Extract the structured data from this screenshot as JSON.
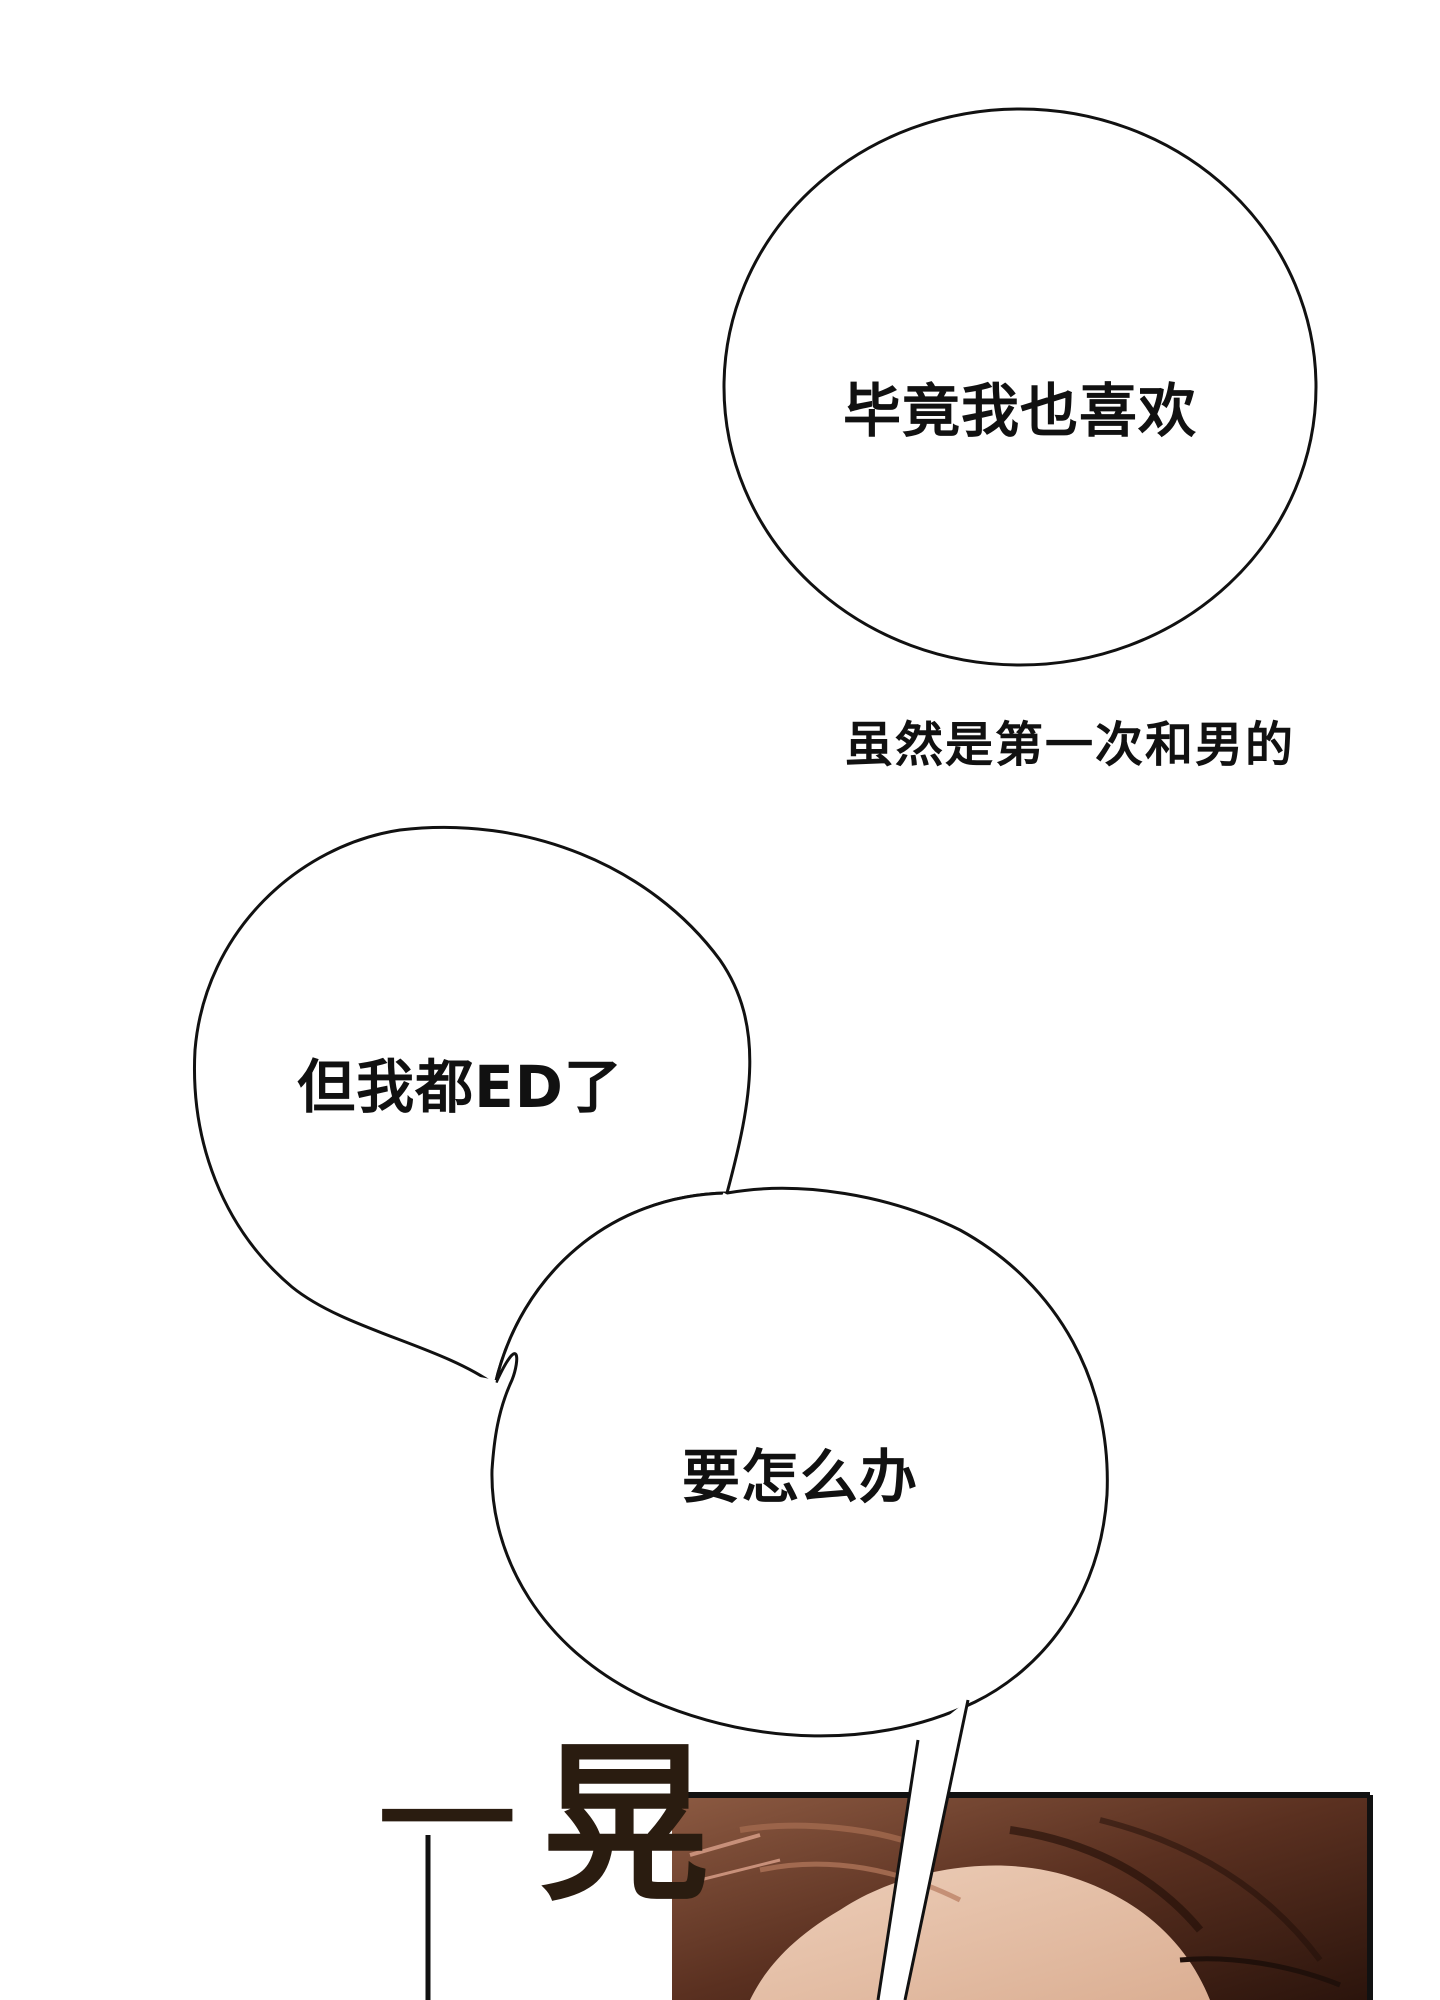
{
  "bubbles": {
    "top": "毕竟我也喜欢",
    "middle": "但我都ED了",
    "bottom": "要怎么办"
  },
  "narration": "虽然是第一次和男的",
  "sfx": {
    "dash": "一",
    "char": "晃"
  },
  "colors": {
    "bubble_fill": "#ffffff",
    "bubble_stroke": "#111111",
    "panel_border": "#111111",
    "hair_dark": "#3b1f14",
    "hair_mid": "#7a4a34",
    "skin": "#e9c7b0",
    "sfx": "#2a1c10"
  }
}
